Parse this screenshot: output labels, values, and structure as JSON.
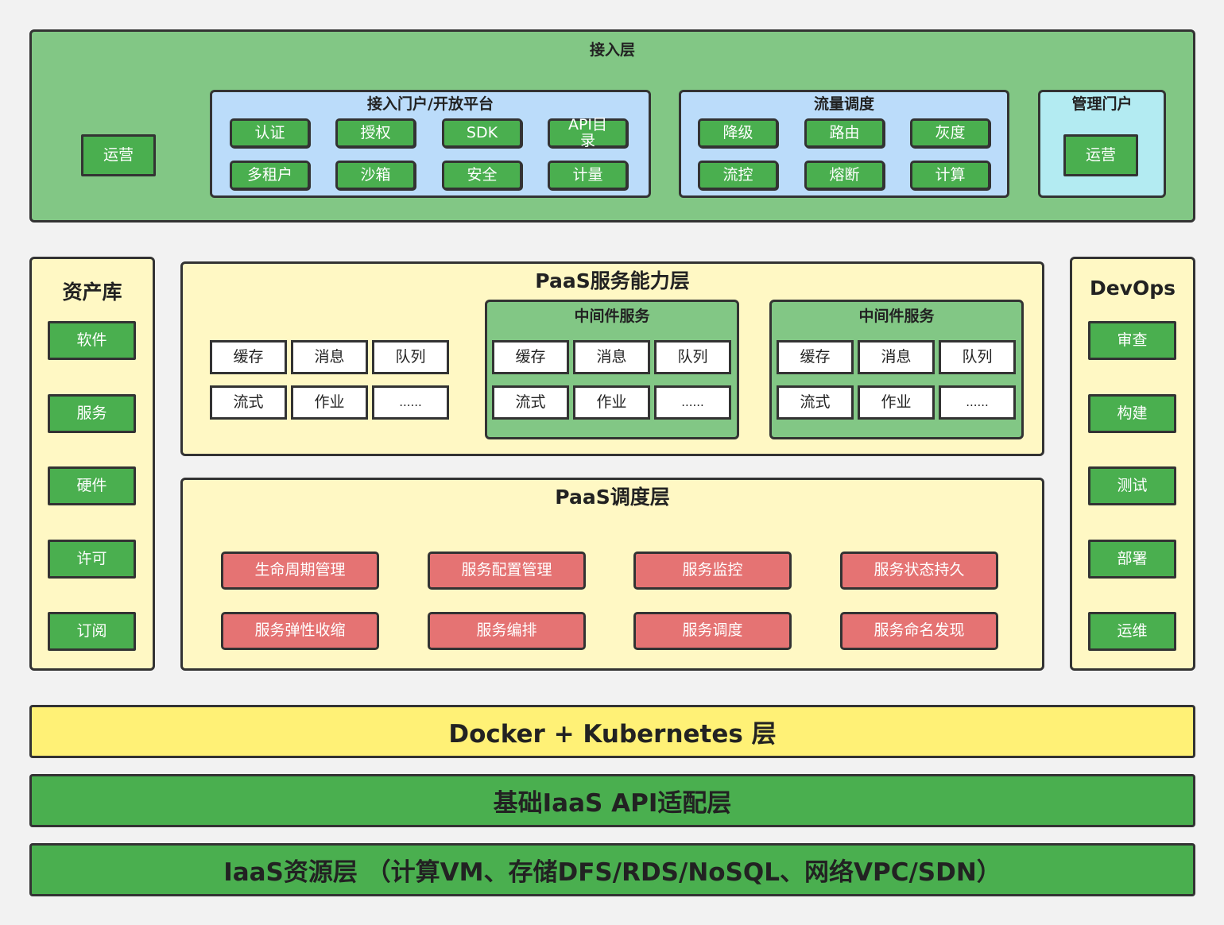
{
  "access_layer": {
    "title": "接入层",
    "ops_button": "运营",
    "portal": {
      "title": "接入门户/开放平台",
      "row1": [
        "认证",
        "授权",
        "SDK",
        "API目录"
      ],
      "row2": [
        "多租户",
        "沙箱",
        "安全",
        "计量"
      ]
    },
    "traffic": {
      "title": "流量调度",
      "row1": [
        "降级",
        "路由",
        "灰度"
      ],
      "row2": [
        "流控",
        "熔断",
        "计算"
      ]
    },
    "admin": {
      "title": "管理门户",
      "button": "运营"
    }
  },
  "asset_repo": {
    "title": "资产库",
    "items": [
      "软件",
      "服务",
      "硬件",
      "许可",
      "订阅"
    ]
  },
  "devops": {
    "title": "DevOps",
    "items": [
      "审查",
      "构建",
      "测试",
      "部署",
      "运维"
    ]
  },
  "paas_capability": {
    "title": "PaaS服务能力层",
    "base": {
      "row1": [
        "缓存",
        "消息",
        "队列"
      ],
      "row2": [
        "流式",
        "作业",
        "......"
      ]
    },
    "middleware": [
      {
        "title": "中间件服务",
        "row1": [
          "缓存",
          "消息",
          "队列"
        ],
        "row2": [
          "流式",
          "作业",
          "......"
        ]
      },
      {
        "title": "中间件服务",
        "row1": [
          "缓存",
          "消息",
          "队列"
        ],
        "row2": [
          "流式",
          "作业",
          "......"
        ]
      }
    ]
  },
  "paas_scheduling": {
    "title": "PaaS调度层",
    "row1": [
      "生命周期管理",
      "服务配置管理",
      "服务监控",
      "服务状态持久"
    ],
    "row2": [
      "服务弹性收缩",
      "服务编排",
      "服务调度",
      "服务命名发现"
    ]
  },
  "bands": {
    "docker": "Docker + Kubernetes 层",
    "iaas_api": "基础IaaS API适配层",
    "iaas_resource": "IaaS资源层 （计算VM、存储DFS/RDS/NoSQL、网络VPC/SDN）"
  },
  "colors": {
    "green_panel": "#82c785",
    "green_button": "#4aaf4f",
    "blue_panel": "#bbdcfa",
    "cyan_panel": "#b3ebf2",
    "yellow_panel": "#fff8c4",
    "docker_band": "#fff176",
    "red_button": "#e57373"
  }
}
